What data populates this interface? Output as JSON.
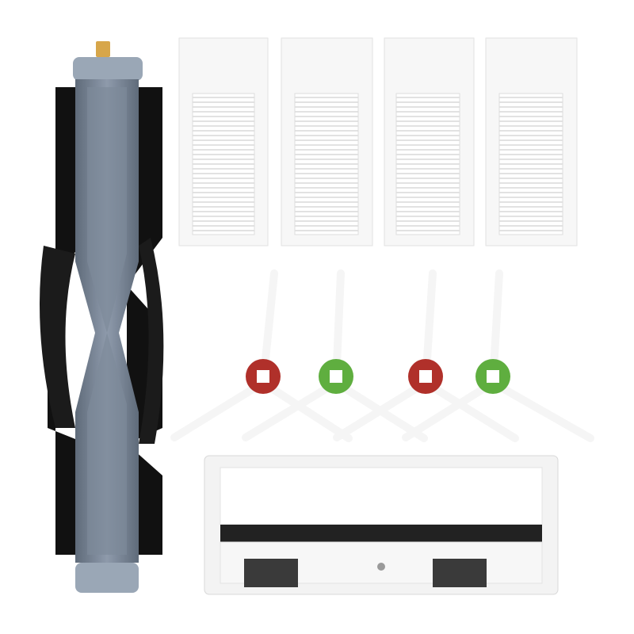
{
  "scene": {
    "description_items": [],
    "colors": {
      "background": "#ffffff",
      "brush_core": "#7d8a9a",
      "brush_core_dark": "#5f6b7a",
      "brush_end_cap": "#9aa7b6",
      "bristles": "#1b1b1b",
      "rubber_fin": "#111111",
      "axle_tip": "#d7a64a",
      "filter_frame": "#f7f7f7",
      "filter_pleat": "#e4e4e4",
      "side_brush_red": "#b0302a",
      "side_brush_green": "#5fae3f",
      "side_brush_arm": "#f5f5f5",
      "cover_body": "#f3f3f3",
      "cover_strip": "#222222",
      "clip": "#3a3a3a"
    },
    "counts": {
      "filters": 4,
      "side_brushes": 4
    },
    "side_brush_colors": [
      "red",
      "green",
      "red",
      "green"
    ]
  }
}
